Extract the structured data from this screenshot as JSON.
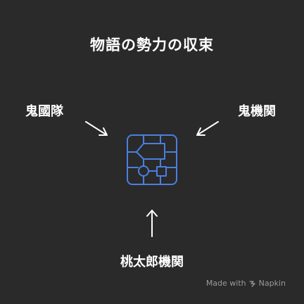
{
  "title": "物語の勢力の収束",
  "forces": {
    "left": "鬼國隊",
    "right": "鬼機関",
    "bottom": "桃太郎機関"
  },
  "center_icon": "circuit-chip-icon",
  "footer": {
    "made_with": "Made with",
    "brand": "Napkin"
  },
  "colors": {
    "background": "#2a2a2a",
    "text": "#ffffff",
    "icon_stroke": "#4a7fe0",
    "footer_text": "#9a9a9a"
  }
}
